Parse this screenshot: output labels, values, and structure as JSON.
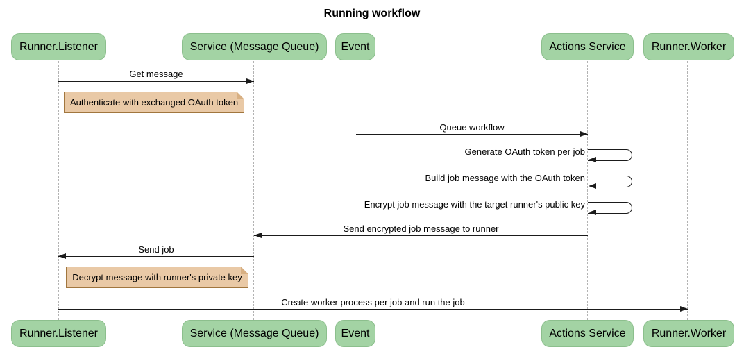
{
  "title": "Running workflow",
  "participants": [
    {
      "label": "Runner.Listener"
    },
    {
      "label": "Service (Message Queue)"
    },
    {
      "label": "Event"
    },
    {
      "label": "Actions Service"
    },
    {
      "label": "Runner.Worker"
    }
  ],
  "messages": [
    {
      "kind": "arrow",
      "from": "Runner.Listener",
      "to": "Service (Message Queue)",
      "label": "Get message"
    },
    {
      "kind": "note",
      "over": "Runner.Listener",
      "label": "Authenticate with exchanged OAuth token"
    },
    {
      "kind": "arrow",
      "from": "Event",
      "to": "Actions Service",
      "label": "Queue workflow"
    },
    {
      "kind": "self",
      "on": "Actions Service",
      "label": "Generate OAuth token per job"
    },
    {
      "kind": "self",
      "on": "Actions Service",
      "label": "Build job message with the OAuth token"
    },
    {
      "kind": "self",
      "on": "Actions Service",
      "label": "Encrypt job message with the target runner's public key"
    },
    {
      "kind": "arrow",
      "from": "Actions Service",
      "to": "Service (Message Queue)",
      "label": "Send encrypted job message to runner"
    },
    {
      "kind": "arrow",
      "from": "Service (Message Queue)",
      "to": "Runner.Listener",
      "label": "Send job"
    },
    {
      "kind": "note",
      "over": "Runner.Listener",
      "label": "Decrypt message with runner's private key"
    },
    {
      "kind": "arrow",
      "from": "Runner.Listener",
      "to": "Runner.Worker",
      "label": "Create worker process per job and run the job"
    }
  ],
  "colors": {
    "actor_fill": "#A3D3A4",
    "actor_border": "#8CBF8D",
    "note_fill": "#E9C9A6",
    "note_border": "#A1763E",
    "note_fold": "#D8B083",
    "line": "#1B1B1B",
    "lifeline": "#B3B3B3",
    "text": "#000000"
  }
}
